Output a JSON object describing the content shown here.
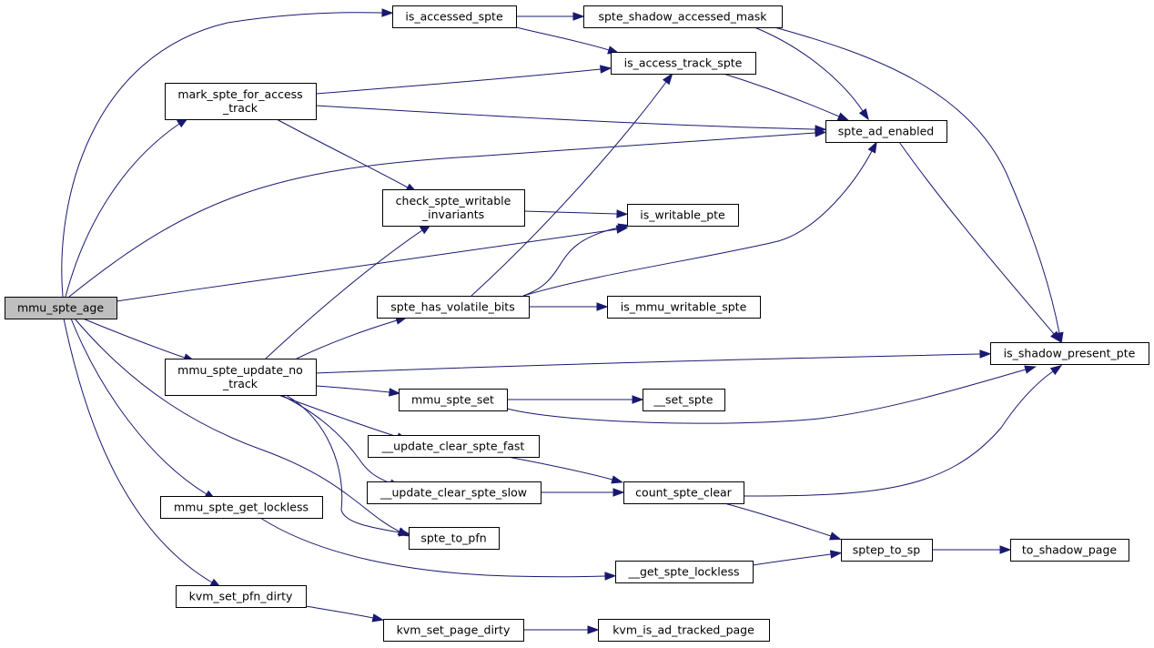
{
  "diagram": {
    "type": "call-graph",
    "nodes": [
      {
        "id": "mmu_spte_age",
        "label": [
          "mmu_spte_age"
        ],
        "root": true
      },
      {
        "id": "is_accessed_spte",
        "label": [
          "is_accessed_spte"
        ]
      },
      {
        "id": "spte_shadow_accessed_mask",
        "label": [
          "spte_shadow_accessed_mask"
        ]
      },
      {
        "id": "is_access_track_spte",
        "label": [
          "is_access_track_spte"
        ]
      },
      {
        "id": "mark_spte_for_access_track",
        "label": [
          "mark_spte_for_access",
          "_track"
        ]
      },
      {
        "id": "spte_ad_enabled",
        "label": [
          "spte_ad_enabled"
        ]
      },
      {
        "id": "check_spte_writable_invariants",
        "label": [
          "check_spte_writable",
          "_invariants"
        ]
      },
      {
        "id": "is_writable_pte",
        "label": [
          "is_writable_pte"
        ]
      },
      {
        "id": "spte_has_volatile_bits",
        "label": [
          "spte_has_volatile_bits"
        ]
      },
      {
        "id": "is_mmu_writable_spte",
        "label": [
          "is_mmu_writable_spte"
        ]
      },
      {
        "id": "mmu_spte_update_no_track",
        "label": [
          "mmu_spte_update_no",
          "_track"
        ]
      },
      {
        "id": "is_shadow_present_pte",
        "label": [
          "is_shadow_present_pte"
        ]
      },
      {
        "id": "mmu_spte_set",
        "label": [
          "mmu_spte_set"
        ]
      },
      {
        "id": "__set_spte",
        "label": [
          "__set_spte"
        ]
      },
      {
        "id": "__update_clear_spte_fast",
        "label": [
          "__update_clear_spte_fast"
        ]
      },
      {
        "id": "__update_clear_spte_slow",
        "label": [
          "__update_clear_spte_slow"
        ]
      },
      {
        "id": "count_spte_clear",
        "label": [
          "count_spte_clear"
        ]
      },
      {
        "id": "mmu_spte_get_lockless",
        "label": [
          "mmu_spte_get_lockless"
        ]
      },
      {
        "id": "spte_to_pfn",
        "label": [
          "spte_to_pfn"
        ]
      },
      {
        "id": "__get_spte_lockless",
        "label": [
          "__get_spte_lockless"
        ]
      },
      {
        "id": "sptep_to_sp",
        "label": [
          "sptep_to_sp"
        ]
      },
      {
        "id": "to_shadow_page",
        "label": [
          "to_shadow_page"
        ]
      },
      {
        "id": "kvm_set_pfn_dirty",
        "label": [
          "kvm_set_pfn_dirty"
        ]
      },
      {
        "id": "kvm_set_page_dirty",
        "label": [
          "kvm_set_page_dirty"
        ]
      },
      {
        "id": "kvm_is_ad_tracked_page",
        "label": [
          "kvm_is_ad_tracked_page"
        ]
      }
    ],
    "edges": [
      [
        "mmu_spte_age",
        "is_accessed_spte"
      ],
      [
        "mmu_spte_age",
        "mark_spte_for_access_track"
      ],
      [
        "mmu_spte_age",
        "spte_ad_enabled"
      ],
      [
        "mmu_spte_age",
        "is_writable_pte"
      ],
      [
        "mmu_spte_age",
        "mmu_spte_update_no_track"
      ],
      [
        "mmu_spte_age",
        "mmu_spte_get_lockless"
      ],
      [
        "mmu_spte_age",
        "spte_to_pfn"
      ],
      [
        "mmu_spte_age",
        "kvm_set_pfn_dirty"
      ],
      [
        "is_accessed_spte",
        "spte_shadow_accessed_mask"
      ],
      [
        "is_accessed_spte",
        "is_access_track_spte"
      ],
      [
        "spte_shadow_accessed_mask",
        "spte_ad_enabled"
      ],
      [
        "spte_shadow_accessed_mask",
        "is_shadow_present_pte"
      ],
      [
        "is_access_track_spte",
        "spte_ad_enabled"
      ],
      [
        "mark_spte_for_access_track",
        "is_access_track_spte"
      ],
      [
        "mark_spte_for_access_track",
        "spte_ad_enabled"
      ],
      [
        "mark_spte_for_access_track",
        "check_spte_writable_invariants"
      ],
      [
        "spte_ad_enabled",
        "is_shadow_present_pte"
      ],
      [
        "check_spte_writable_invariants",
        "is_writable_pte"
      ],
      [
        "spte_has_volatile_bits",
        "is_access_track_spte"
      ],
      [
        "spte_has_volatile_bits",
        "is_writable_pte"
      ],
      [
        "spte_has_volatile_bits",
        "spte_ad_enabled"
      ],
      [
        "spte_has_volatile_bits",
        "is_mmu_writable_spte"
      ],
      [
        "mmu_spte_update_no_track",
        "check_spte_writable_invariants"
      ],
      [
        "mmu_spte_update_no_track",
        "spte_has_volatile_bits"
      ],
      [
        "mmu_spte_update_no_track",
        "is_shadow_present_pte"
      ],
      [
        "mmu_spte_update_no_track",
        "mmu_spte_set"
      ],
      [
        "mmu_spte_update_no_track",
        "__update_clear_spte_fast"
      ],
      [
        "mmu_spte_update_no_track",
        "__update_clear_spte_slow"
      ],
      [
        "mmu_spte_update_no_track",
        "spte_to_pfn"
      ],
      [
        "mmu_spte_set",
        "__set_spte"
      ],
      [
        "mmu_spte_set",
        "is_shadow_present_pte"
      ],
      [
        "__update_clear_spte_fast",
        "count_spte_clear"
      ],
      [
        "__update_clear_spte_slow",
        "count_spte_clear"
      ],
      [
        "count_spte_clear",
        "is_shadow_present_pte"
      ],
      [
        "count_spte_clear",
        "sptep_to_sp"
      ],
      [
        "mmu_spte_get_lockless",
        "__get_spte_lockless"
      ],
      [
        "__get_spte_lockless",
        "sptep_to_sp"
      ],
      [
        "sptep_to_sp",
        "to_shadow_page"
      ],
      [
        "kvm_set_pfn_dirty",
        "kvm_set_page_dirty"
      ],
      [
        "kvm_set_page_dirty",
        "kvm_is_ad_tracked_page"
      ]
    ]
  }
}
